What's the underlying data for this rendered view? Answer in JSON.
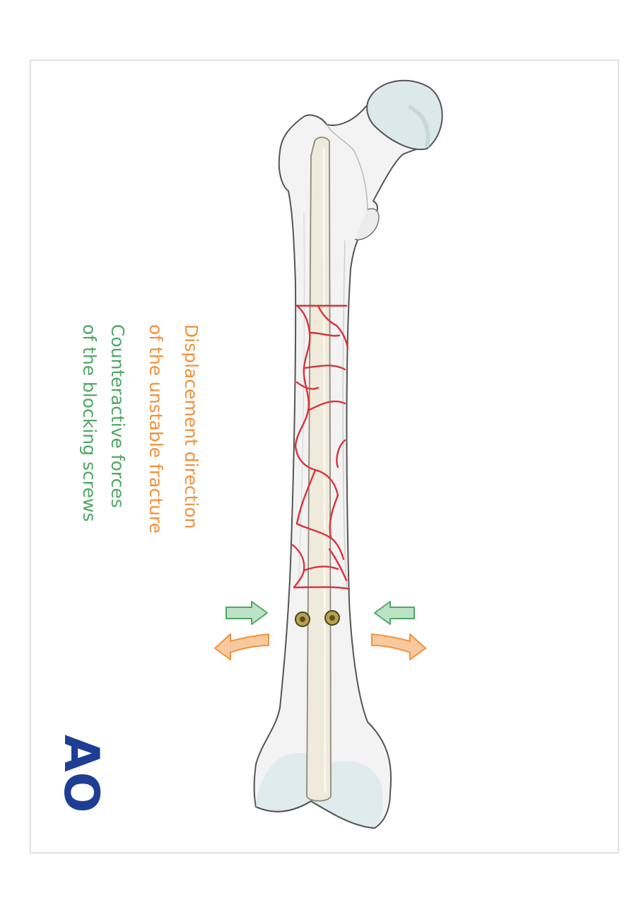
{
  "legend": {
    "displacement_line1": "Displacement direction",
    "displacement_line2": "of the unstable fracture",
    "counteractive_line1": "Counteractive forces",
    "counteractive_line2": "of the blocking screws"
  },
  "logo": {
    "text": "AO"
  },
  "colors": {
    "displacement": "#f0923e",
    "counteractive": "#4fa765",
    "fracture": "#d8323a",
    "bone_fill": "#f3f3f3",
    "bone_outline": "#555555",
    "cartilage": "#dbe9ea",
    "nail": "#efeadb",
    "screw": "#b8a24a",
    "logo": "#1e3e96"
  },
  "icons": {
    "displacement_arrow": "curved-arrow-icon",
    "counteractive_arrow": "straight-arrow-icon",
    "screw": "screw-head-icon"
  }
}
